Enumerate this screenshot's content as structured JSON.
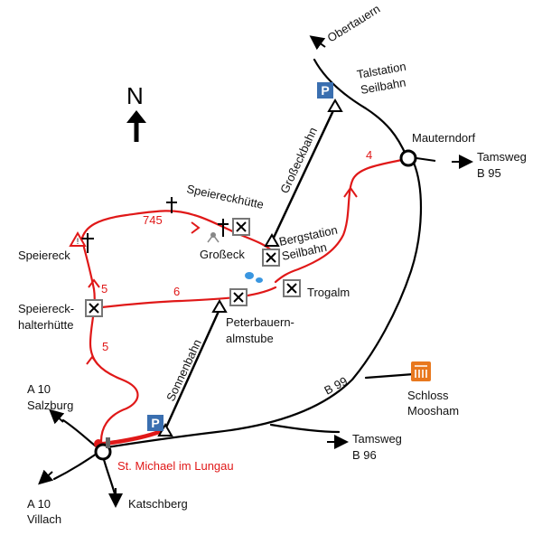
{
  "north": "N",
  "places": {
    "obertauern": "Obertauern",
    "talstation_1": "Talstation",
    "talstation_2": "Seilbahn",
    "mauterndorf": "Mauterndorf",
    "tamsweg_b95_1": "Tamsweg",
    "tamsweg_b95_2": "B 95",
    "grosseckbahn": "Großeckbahn",
    "speiereckhuette": "Speiereckhütte",
    "grosseck": "Großeck",
    "bergstation_1": "Bergstation",
    "bergstation_2": "Seilbahn",
    "speiereck": "Speiereck",
    "trogalm": "Trogalm",
    "speiereckhalterhuette_1": "Speiereck-",
    "speiereckhalterhuette_2": "halterhütte",
    "peterbauernalmstube_1": "Peterbauern-",
    "peterbauernalmstube_2": "almstube",
    "sonnenbahn": "Sonnenbahn",
    "b99": "B 99",
    "schloss_1": "Schloss",
    "schloss_2": "Moosham",
    "a10_salzburg_1": "A 10",
    "a10_salzburg_2": "Salzburg",
    "tamsweg_b96_1": "Tamsweg",
    "tamsweg_b96_2": "B 96",
    "st_michael": "St. Michael im Lungau",
    "a10_villach_1": "A 10",
    "a10_villach_2": "Villach",
    "katschberg": "Katschberg"
  },
  "trails": {
    "t745": "745",
    "t4": "4",
    "t6": "6",
    "t5_upper": "5",
    "t5_lower": "5"
  },
  "icons": {
    "parking": "P",
    "warning": "!"
  },
  "colors": {
    "trail": "#e01818",
    "road": "#000000",
    "parking": "#3a6fb0",
    "schloss": "#e8781e",
    "lake": "#3a96e0"
  }
}
